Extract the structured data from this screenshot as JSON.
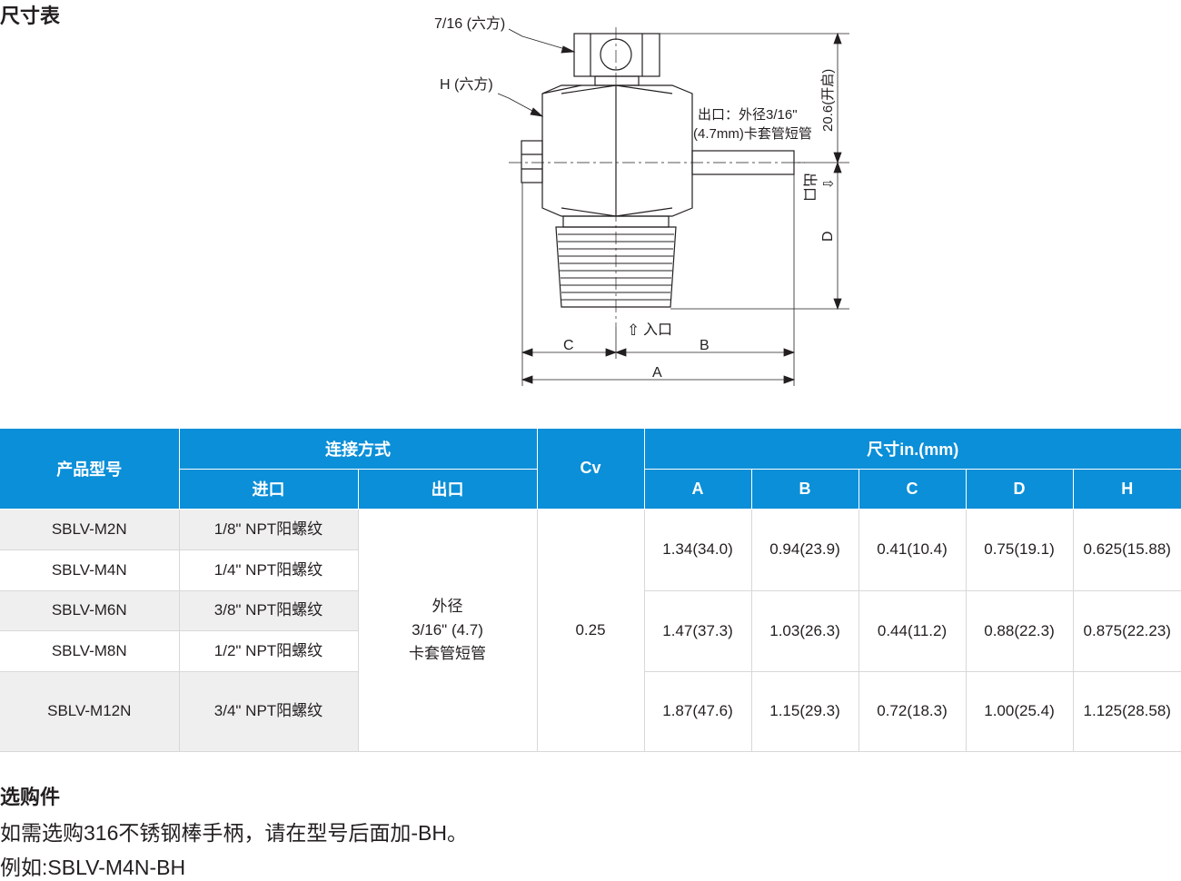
{
  "headings": {
    "dimensions": "尺寸表",
    "options": "选购件"
  },
  "drawing": {
    "hex_top": "7/16 (六方)",
    "hex_body": "H (六方)",
    "outlet_desc_1": "出口：外径3/16\"",
    "outlet_desc_2": "(4.7mm)卡套管短管",
    "dim_open": "20.6(开启)",
    "outlet_arrow": "⇧",
    "outlet_label": "出口",
    "dim_d": "D",
    "inlet_arrow": "⇧",
    "inlet_label": "入口",
    "dim_c": "C",
    "dim_b": "B",
    "dim_a": "A"
  },
  "table": {
    "head": {
      "model": "产品型号",
      "connection": "连接方式",
      "inlet": "进口",
      "outlet": "出口",
      "cv": "Cv",
      "size": "尺寸in.(mm)",
      "a": "A",
      "b": "B",
      "c": "C",
      "d": "D",
      "h": "H"
    },
    "rows": [
      {
        "model": "SBLV-M2N",
        "inlet": "1/8\" NPT阳螺纹"
      },
      {
        "model": "SBLV-M4N",
        "inlet": "1/4\" NPT阳螺纹"
      },
      {
        "model": "SBLV-M6N",
        "inlet": "3/8\" NPT阳螺纹"
      },
      {
        "model": "SBLV-M8N",
        "inlet": "1/2\" NPT阳螺纹"
      },
      {
        "model": "SBLV-M12N",
        "inlet": "3/4\" NPT阳螺纹"
      }
    ],
    "outlet": {
      "line1": "外径",
      "line2": "3/16\" (4.7)",
      "line3": "卡套管短管"
    },
    "cv": "0.25",
    "dims": [
      {
        "a": "1.34(34.0)",
        "b": "0.94(23.9)",
        "c": "0.41(10.4)",
        "d": "0.75(19.1)",
        "h": "0.625(15.88)"
      },
      {
        "a": "1.47(37.3)",
        "b": "1.03(26.3)",
        "c": "0.44(11.2)",
        "d": "0.88(22.3)",
        "h": "0.875(22.23)"
      },
      {
        "a": "1.87(47.6)",
        "b": "1.15(29.3)",
        "c": "0.72(18.3)",
        "d": "1.00(25.4)",
        "h": "1.125(28.58)"
      }
    ]
  },
  "notes": {
    "line1": "如需选购316不锈钢棒手柄，请在型号后面加-BH。",
    "line2": "例如:SBLV-M4N-BH"
  },
  "colors": {
    "header_blue": "#0b8fd8",
    "row_gray": "#efefef"
  }
}
